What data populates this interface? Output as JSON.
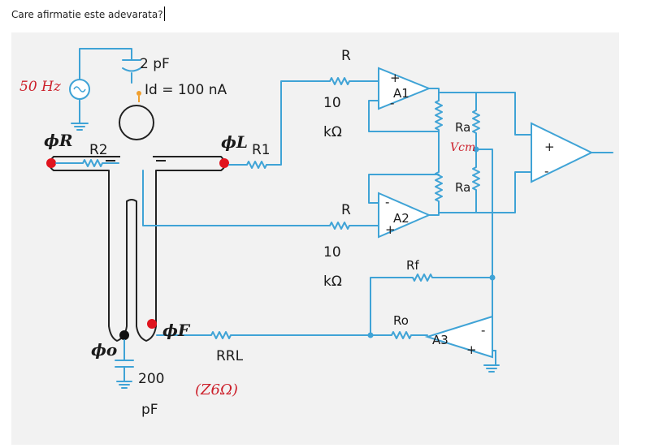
{
  "question": {
    "text": "Care afirmatie este adevarata?"
  },
  "labels": {
    "cap_top": "2 pF",
    "current": "Id = 100 nA",
    "r_top": "R",
    "r_top_value": "10",
    "r_top_unit": "kΩ",
    "r_mid": "R",
    "r_mid_value": "10",
    "r_mid_unit": "kΩ",
    "amp1": "A1",
    "amp2": "A2",
    "amp3": "A3",
    "ra_top": "Ra",
    "ra_bottom": "Ra",
    "rf": "Rf",
    "ro": "Ro",
    "r1": "R1",
    "r2": "R2",
    "rrl": "RRL",
    "cap_bottom_value": "200",
    "cap_bottom_unit": "pF",
    "phi_r": "ϕR",
    "phi_l": "ϕL",
    "phi_f": "ϕF",
    "phi_0": "ϕo",
    "plus": "+",
    "minus": "-"
  },
  "annotations": {
    "source": "50 Hz",
    "vcm": "Vcm",
    "impedance": "(Z6Ω)"
  },
  "colors": {
    "wire": "#3fa3d6",
    "electrode": "#e0141e",
    "handwriting": "#cc1f2a",
    "panel": "#f2f2f2"
  }
}
